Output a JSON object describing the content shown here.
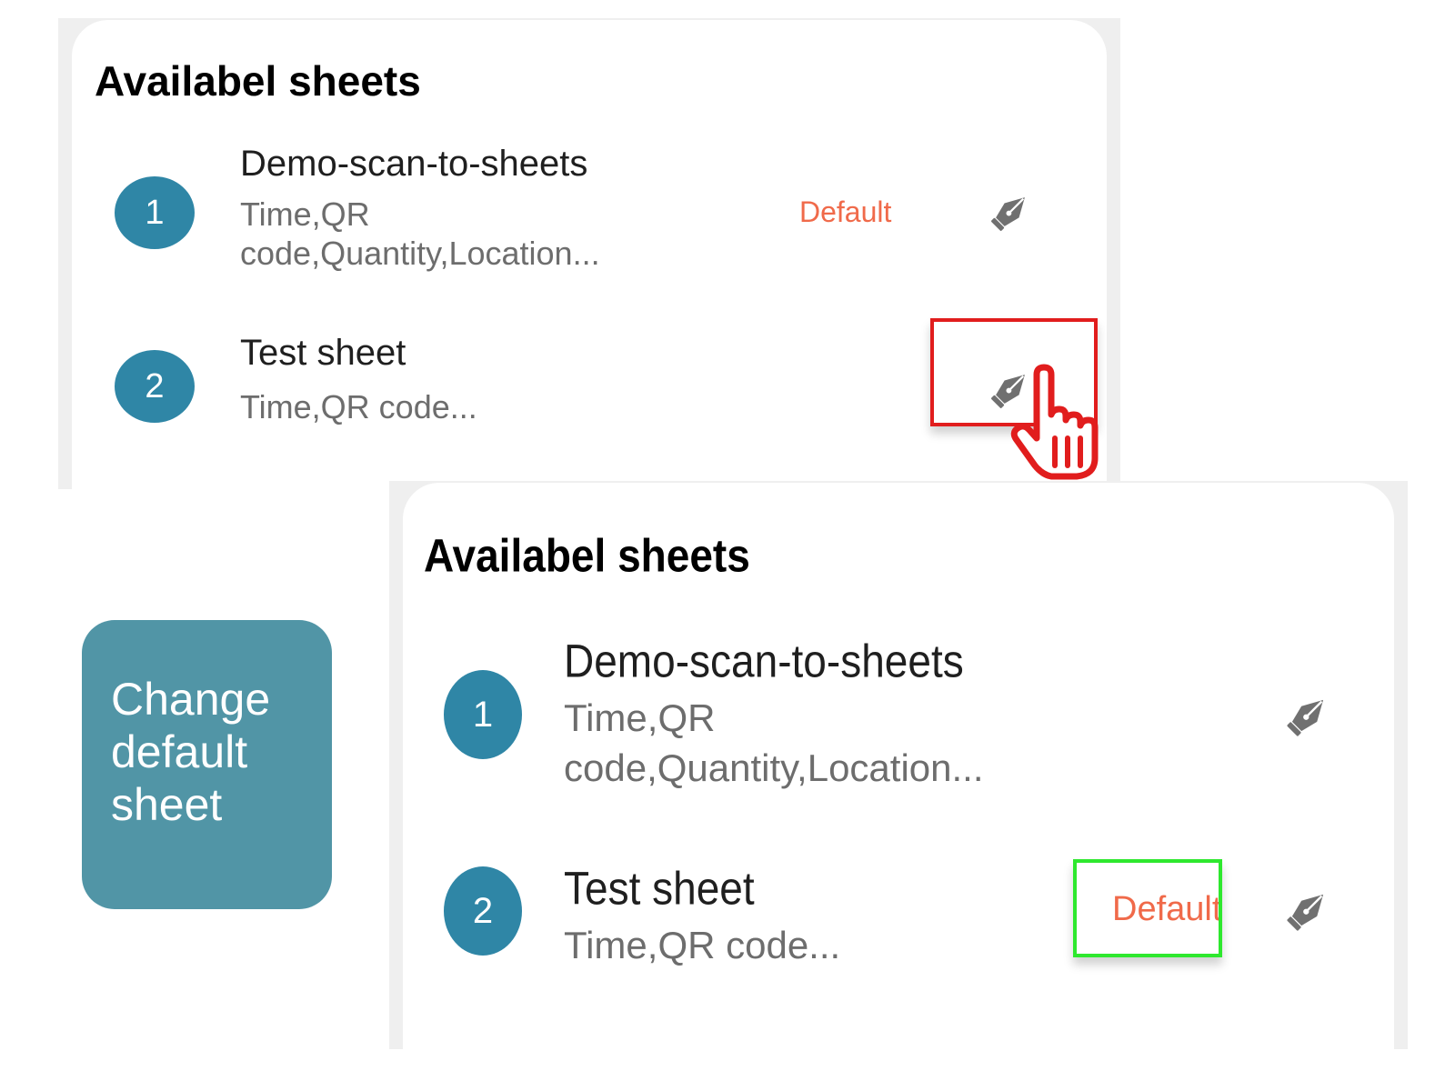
{
  "before": {
    "title": "Availabel sheets",
    "sheets": [
      {
        "number": "1",
        "name": "Demo-scan-to-sheets",
        "columns": "Time,QR code,Quantity,Location...",
        "default_label": "Default"
      },
      {
        "number": "2",
        "name": "Test sheet",
        "columns": "Time,QR code...",
        "default_label": ""
      }
    ]
  },
  "after": {
    "title": "Availabel sheets",
    "sheets": [
      {
        "number": "1",
        "name": "Demo-scan-to-sheets",
        "columns": "Time,QR code,Quantity,Location...",
        "default_label": ""
      },
      {
        "number": "2",
        "name": "Test sheet",
        "columns": "Time,QR code...",
        "default_label": "Default"
      }
    ]
  },
  "caption": {
    "text": "Change default sheet"
  },
  "icons": {
    "edit": "fountain-pen-icon",
    "pointer": "hand-pointer-icon"
  },
  "colors": {
    "badge": "#2f86a6",
    "default_tag": "#f06a4a",
    "caption_bg": "#5195a6",
    "highlight_click": "#e11d1d",
    "highlight_result": "#2ee82e",
    "icon_gray": "#707070"
  }
}
